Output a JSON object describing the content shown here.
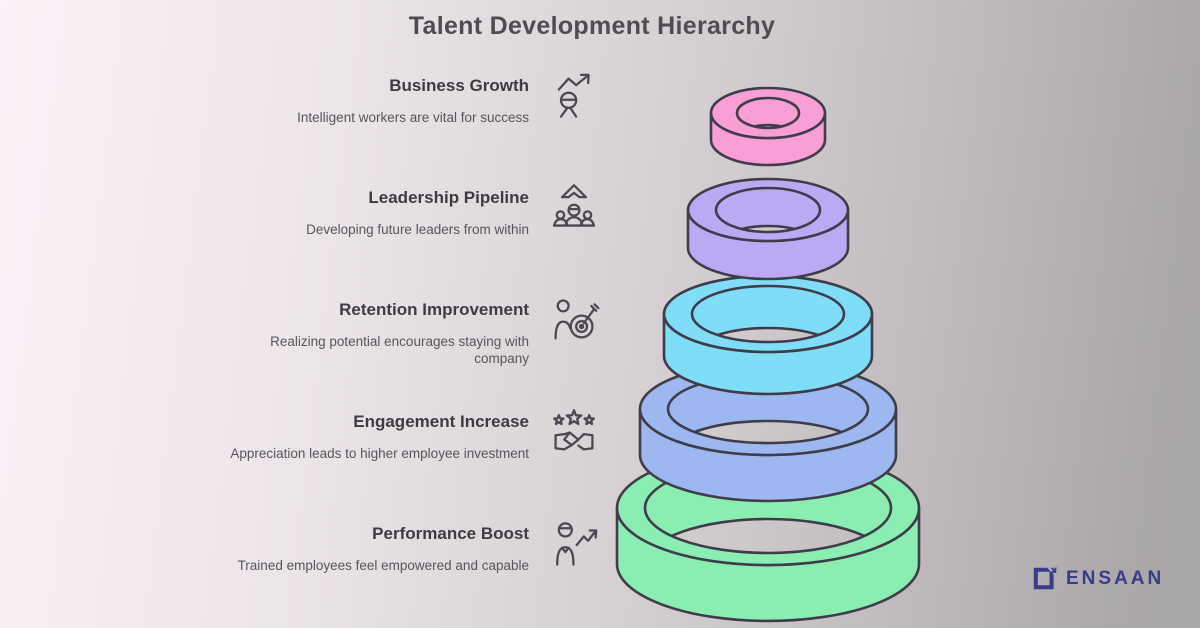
{
  "title": "Talent Development Hierarchy",
  "items": [
    {
      "title": "Business Growth",
      "description": "Intelligent workers are vital for success",
      "icon": "person-growth-arrow-icon",
      "ring_color": "#FA9ED6"
    },
    {
      "title": "Leadership Pipeline",
      "description": "Developing future leaders from within",
      "icon": "team-up-arrow-icon",
      "ring_color": "#BCA9F3"
    },
    {
      "title": "Retention Improvement",
      "description": "Realizing potential encourages staying with company",
      "icon": "person-target-icon",
      "ring_color": "#80DDF8"
    },
    {
      "title": "Engagement Increase",
      "description": "Appreciation leads to higher employee investment",
      "icon": "stars-handshake-icon",
      "ring_color": "#9DB8F0"
    },
    {
      "title": "Performance Boost",
      "description": "Trained employees feel empowered and capable",
      "icon": "person-rising-arrow-icon",
      "ring_color": "#8AEEB2"
    }
  ],
  "logo": {
    "text": "ENSAAN",
    "color": "#383C8A"
  },
  "colors": {
    "ring_outline": "#3F3D4A",
    "heading_text": "#4E4D53",
    "item_title_text": "#3D3C43",
    "item_description_text": "#57545C",
    "icon_stroke": "#4A4851",
    "background_start": "#FDF1F8",
    "background_end": "#A9A6A8"
  }
}
